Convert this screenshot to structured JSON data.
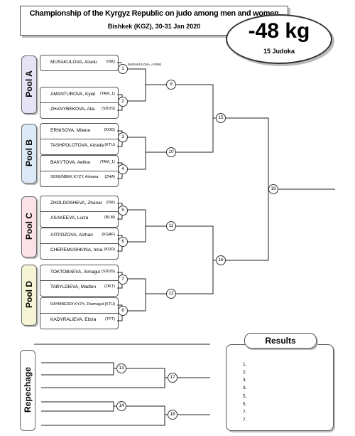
{
  "header": {
    "title": "Championship of the Kyrgyz Republic on judo among men and women",
    "subtitle": "Bishkek (KGZ), 30-31 Jan 2020",
    "weight": "-48 kg",
    "judoka_count": "15 Judoka"
  },
  "pools": [
    {
      "label": "Pool A",
      "color": "#e7e3f7"
    },
    {
      "label": "Pool B",
      "color": "#dceaf8"
    },
    {
      "label": "Pool C",
      "color": "#fbe2e6"
    },
    {
      "label": "Pool D",
      "color": "#f5f5d5"
    }
  ],
  "athletes": [
    {
      "name": "MUSAKULOVA, Aisulu",
      "club": "(ISK)"
    },
    {
      "name": "AMANTUROVA, Kyial",
      "club": "(TAM_1)"
    },
    {
      "name": "ZHANYBEKOVA, Alia",
      "club": "(SDUS)"
    },
    {
      "name": "ERNISOVA, Milana",
      "club": "(KOD)"
    },
    {
      "name": "TASHPOLOTOVA, Aizada",
      "club": "(KTU)"
    },
    {
      "name": "BAKYTOVA, Aelina",
      "club": "(TAM_1)"
    },
    {
      "name": "SONUNBEK KYZY, Aimana",
      "club": "(ZHA)"
    },
    {
      "name": "ZHOLDOSHEVA, Zhanar",
      "club": "(ISK)"
    },
    {
      "name": "ASAKEEVA, Luiza",
      "club": "(BLM)"
    },
    {
      "name": "AITPOZOVA, Aizhan",
      "club": "(KGAF)"
    },
    {
      "name": "CHEREMUSHKINA, Irina",
      "club": "(KOD)"
    },
    {
      "name": "TOKTOBAEVA, Almagul",
      "club": "(SDUS)"
    },
    {
      "name": "TABYLDIEVA, Madlen",
      "club": "(OKT)"
    },
    {
      "name": "RAYMBERDI KYZY, Zhumagul",
      "club": "(KTU)"
    },
    {
      "name": "KADYRALIEVA, Elzira",
      "club": "(TPT)"
    }
  ],
  "bye_winner": "MUSAKULOVA, A (ISK)",
  "match_numbers": [
    "1",
    "2",
    "3",
    "4",
    "5",
    "6",
    "7",
    "8",
    "9",
    "10",
    "11",
    "12",
    "15",
    "16",
    "19",
    "13",
    "14",
    "17",
    "18"
  ],
  "repechage_label": "Repechage",
  "results": {
    "title": "Results",
    "ranks": [
      "1.",
      "2.",
      "3.",
      "3.",
      "5.",
      "5.",
      "7.",
      "7."
    ]
  }
}
